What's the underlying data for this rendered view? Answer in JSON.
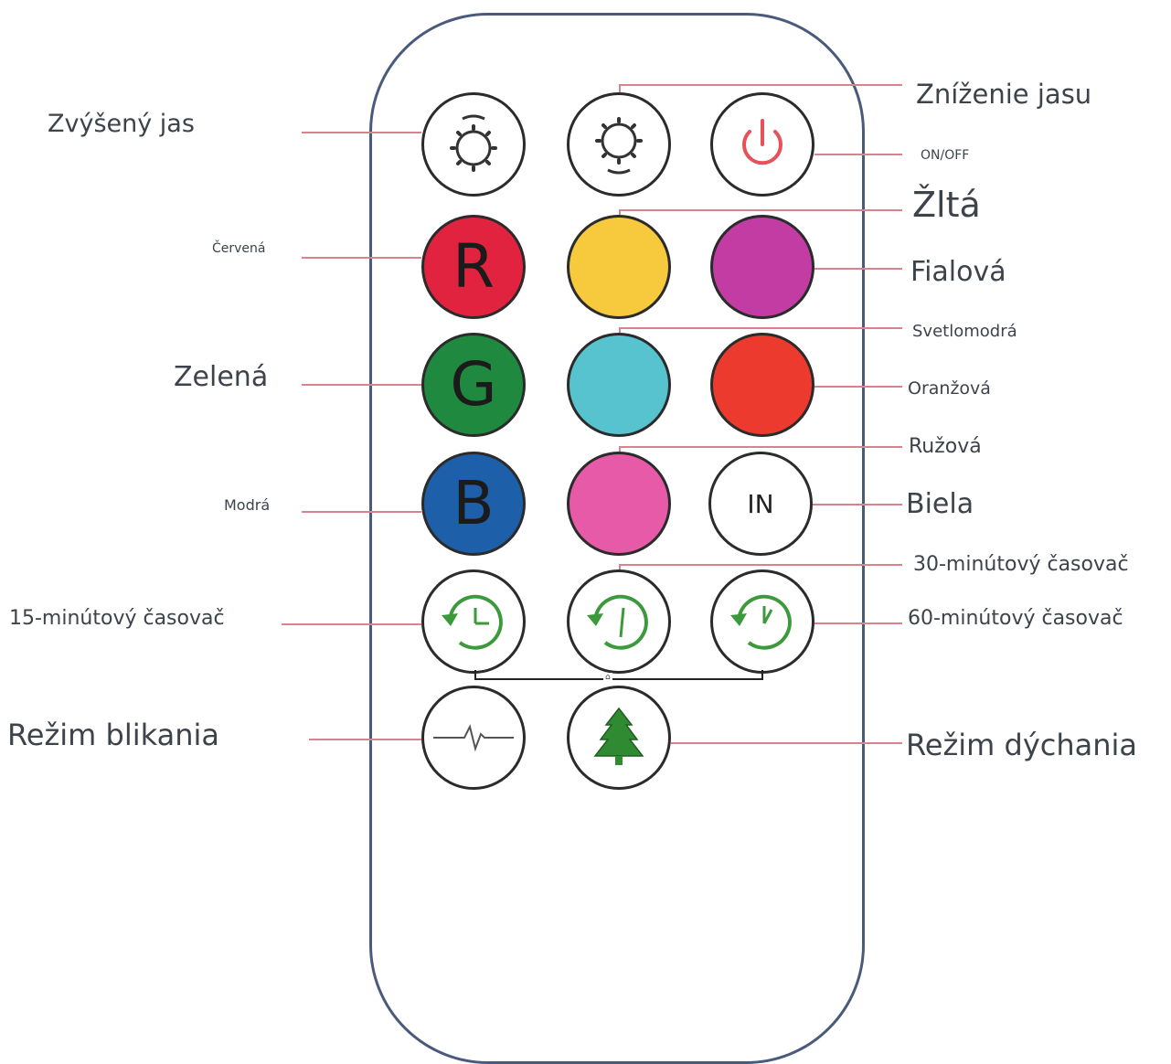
{
  "buttons": {
    "brightness_up": {
      "label": "Zvýšený jas"
    },
    "brightness_down": {
      "label": "Zníženie jasu"
    },
    "power": {
      "label": "ON/OFF"
    },
    "red": {
      "letter": "R",
      "label": "Červená",
      "color": "#e2233f"
    },
    "yellow": {
      "label": "Žltá",
      "color": "#f7c93c"
    },
    "purple": {
      "label": "Fialová",
      "color": "#c23ca3"
    },
    "green": {
      "letter": "G",
      "label": "Zelená",
      "color": "#1f8a3f"
    },
    "light_blue": {
      "label": "Svetlomodrá",
      "color": "#56c3cf"
    },
    "orange": {
      "label": "Oranžová",
      "color": "#ec3b2e"
    },
    "blue": {
      "letter": "B",
      "label": "Modrá",
      "color": "#1d5fa8"
    },
    "pink": {
      "label": "Ružová",
      "color": "#e65aa8"
    },
    "white": {
      "text": "IN",
      "label": "Biela"
    },
    "timer_15": {
      "label": "15-minútový časovač"
    },
    "timer_30": {
      "label": "30-minútový časovač"
    },
    "timer_60": {
      "label": "60-minútový časovač"
    },
    "flash_mode": {
      "label": "Režim blikania"
    },
    "breath_mode": {
      "label": "Režim dýchania"
    }
  },
  "colors": {
    "outline": "#2b2b2b",
    "leader_line": "#d9838e",
    "remote_border": "#4a5a7c",
    "timer_green": "#3c9a3c",
    "tree_green": "#2f8a32"
  },
  "icons": [
    "sun-brightness-up-icon",
    "sun-brightness-down-icon",
    "power-icon",
    "clock-timer-icon",
    "heartbeat-wave-icon",
    "pine-tree-icon"
  ]
}
